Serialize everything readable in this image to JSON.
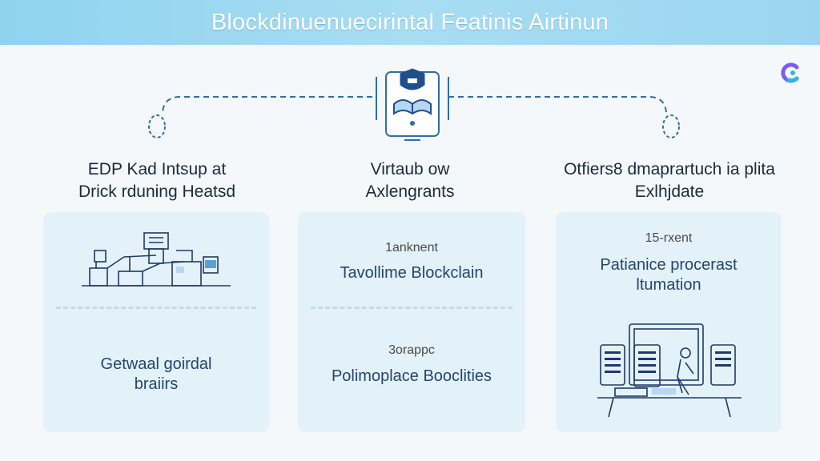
{
  "header": {
    "title": "Blockdinuenuecirintal Featinis Airtinun"
  },
  "logo": {
    "icon": "c-logo-icon",
    "colors": [
      "#7a5cf0",
      "#2fb6e8"
    ]
  },
  "hub": {
    "icon": "shield-book-icon"
  },
  "columns": [
    {
      "heading_line1": "EDP Kad Intsup at",
      "heading_line2": "Drick rduning Heatsd"
    },
    {
      "heading_line1": "Virtaub ow",
      "heading_line2": "Axlengrants"
    },
    {
      "heading_line1": "Otfiers8 dmaprartuch ia plita",
      "heading_line2": "Exlhjdate"
    }
  ],
  "panels": [
    {
      "illustration": "factory-network-icon",
      "bottom_line1": "Getwaal goirdal",
      "bottom_line2": "braiirs"
    },
    {
      "top_small": "1anknent",
      "top_big": "Tavollime Blockclain",
      "bottom_small": "3orappc",
      "bottom_big": "Polimoplace Booclities"
    },
    {
      "top_small": "15-rxent",
      "top_big_line1": "Patianice procerast",
      "top_big_line2": "ltumation",
      "illustration": "server-rack-worker-icon"
    }
  ],
  "colors": {
    "banner": "#9bd6f0",
    "panel": "#e3f1f9",
    "line": "#2f6fa8",
    "text_dark": "#1b2a3d",
    "text_blue": "#25456e"
  }
}
